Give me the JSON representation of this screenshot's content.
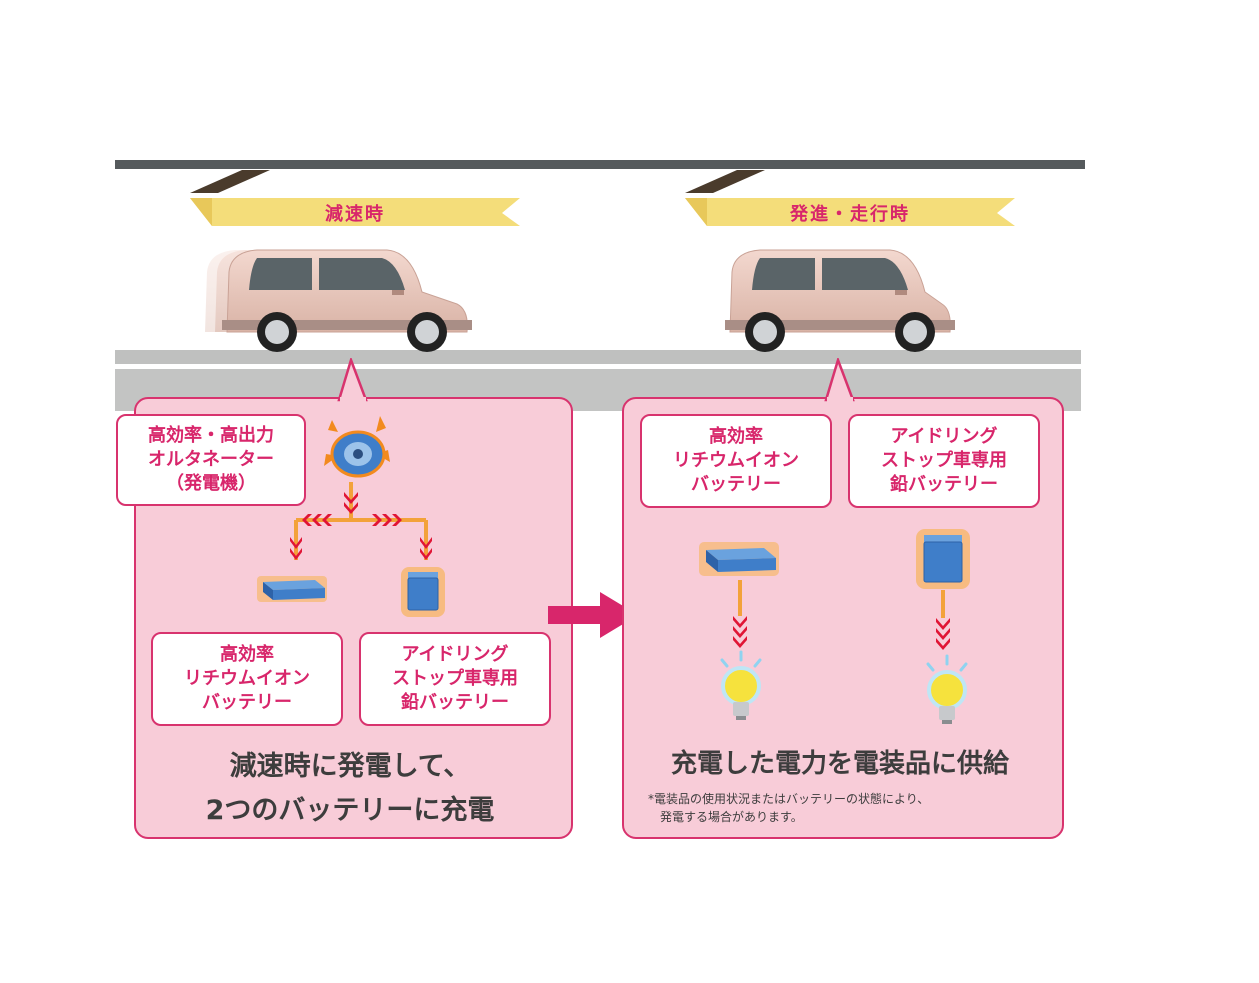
{
  "left_scene": {
    "ribbon_label": "減速時",
    "alternator_label": "高効率・高出力\nオルタネーター\n（発電機）",
    "battery_lithium_label": "高効率\nリチウムイオン\nバッテリー",
    "battery_lead_label": "アイドリング\nストップ車専用\n鉛バッテリー",
    "caption": "減速時に発電して、\n2つのバッテリーに充電"
  },
  "right_scene": {
    "ribbon_label": "発進・走行時",
    "battery_lithium_label": "高効率\nリチウムイオン\nバッテリー",
    "battery_lead_label": "アイドリング\nストップ車専用\n鉛バッテリー",
    "caption": "充電した電力を電装品に供給",
    "note": "*電装品の使用状況またはバッテリーの状態により、\n　発電する場合があります。"
  },
  "colors": {
    "accent": "#d8266b",
    "panel_fill": "#f8ccd8",
    "ribbon_yellow": "#f4dd7a",
    "ribbon_dark": "#4a3b2c",
    "rail": "#555a5c",
    "road": "#c3c4c3",
    "battery_blue": "#3f7ec9",
    "glow_orange": "#f28a1e",
    "chevron_red": "#e01535"
  },
  "icons": [
    "car-icon",
    "alternator-icon",
    "lithium-battery-icon",
    "lead-battery-icon",
    "light-bulb-icon",
    "flow-arrow-icon"
  ]
}
